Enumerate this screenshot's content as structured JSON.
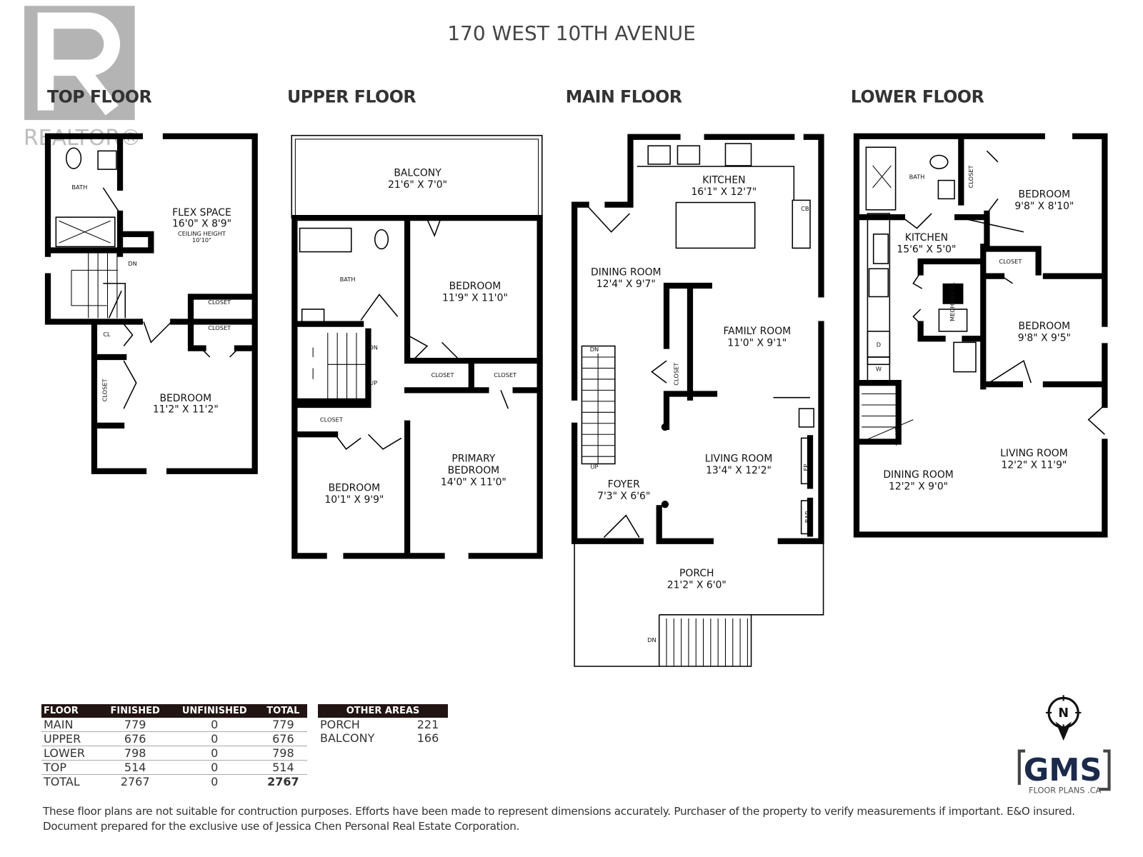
{
  "title": "170 WEST 10TH AVENUE",
  "watermark": {
    "text": "REALTOR®",
    "letter": "R"
  },
  "floors": [
    {
      "title": "TOP FLOOR",
      "labels": [
        "BATH",
        "FLEX SPACE",
        "16'0\" X 8'9\"",
        "CEILING HEIGHT",
        "10'10\"",
        "DN",
        "CLOSET",
        "CLOSET",
        "CL",
        "CLOSET",
        "BEDROOM",
        "11'2\" X 11'2\""
      ]
    },
    {
      "title": "UPPER FLOOR",
      "labels": [
        "BALCONY",
        "21'6\" X 7'0\"",
        "BATH",
        "BEDROOM",
        "11'9\" X 11'0\"",
        "DN",
        "UP",
        "CLOSET",
        "CLOSET",
        "CLOSET",
        "PRIMARY",
        "BEDROOM",
        "14'0\" X 11'0\"",
        "BEDROOM",
        "10'1\" X 9'9\""
      ]
    },
    {
      "title": "MAIN FLOOR",
      "labels": [
        "KITCHEN",
        "16'1\" X 12'7\"",
        "CB",
        "DINING ROOM",
        "12'4\" X 9'7\"",
        "FAMILY ROOM",
        "11'0\" X 9'1\"",
        "CLOSET",
        "DN",
        "UP",
        "LIVING ROOM",
        "13'4\" X 12'2\"",
        "FOYER",
        "7'3\" X 6'6\"",
        "FP",
        "BAR",
        "PORCH",
        "21'2\" X 6'0\"",
        "DN"
      ]
    },
    {
      "title": "LOWER FLOOR",
      "labels": [
        "BATH",
        "CLOSET",
        "BEDROOM",
        "9'8\" X 8'10\"",
        "KITCHEN",
        "15'6\" X 5'0\"",
        "CLOSET",
        "MECHANICAL",
        "BEDROOM",
        "9'8\" X 9'5\"",
        "D",
        "W",
        "UP",
        "LIVING ROOM",
        "12'2\" X 11'9\"",
        "DINING ROOM",
        "12'2\" X 9'0\""
      ]
    }
  ],
  "area_table": {
    "headers": [
      "FLOOR",
      "FINISHED",
      "UNFINISHED",
      "TOTAL"
    ],
    "rows": [
      [
        "MAIN",
        "779",
        "0",
        "779"
      ],
      [
        "UPPER",
        "676",
        "0",
        "676"
      ],
      [
        "LOWER",
        "798",
        "0",
        "798"
      ],
      [
        "TOP",
        "514",
        "0",
        "514"
      ],
      [
        "TOTAL",
        "2767",
        "0",
        "2767"
      ]
    ]
  },
  "other_areas": {
    "header": "OTHER AREAS",
    "rows": [
      [
        "PORCH",
        "221"
      ],
      [
        "BALCONY",
        "166"
      ]
    ]
  },
  "logo": {
    "compass": "N",
    "brand": "GMS",
    "sub": "FLOOR PLANS .CA",
    "color": "#1c2a4a"
  },
  "disclaimer": [
    "These floor plans are not suitable for contruction purposes. Efforts have been made to represent dimensions accurately. Purchaser of the property to verify measurements if important. E&O insured.",
    "Document prepared for the exclusive use of Jessica Chen Personal Real Estate Corporation."
  ]
}
